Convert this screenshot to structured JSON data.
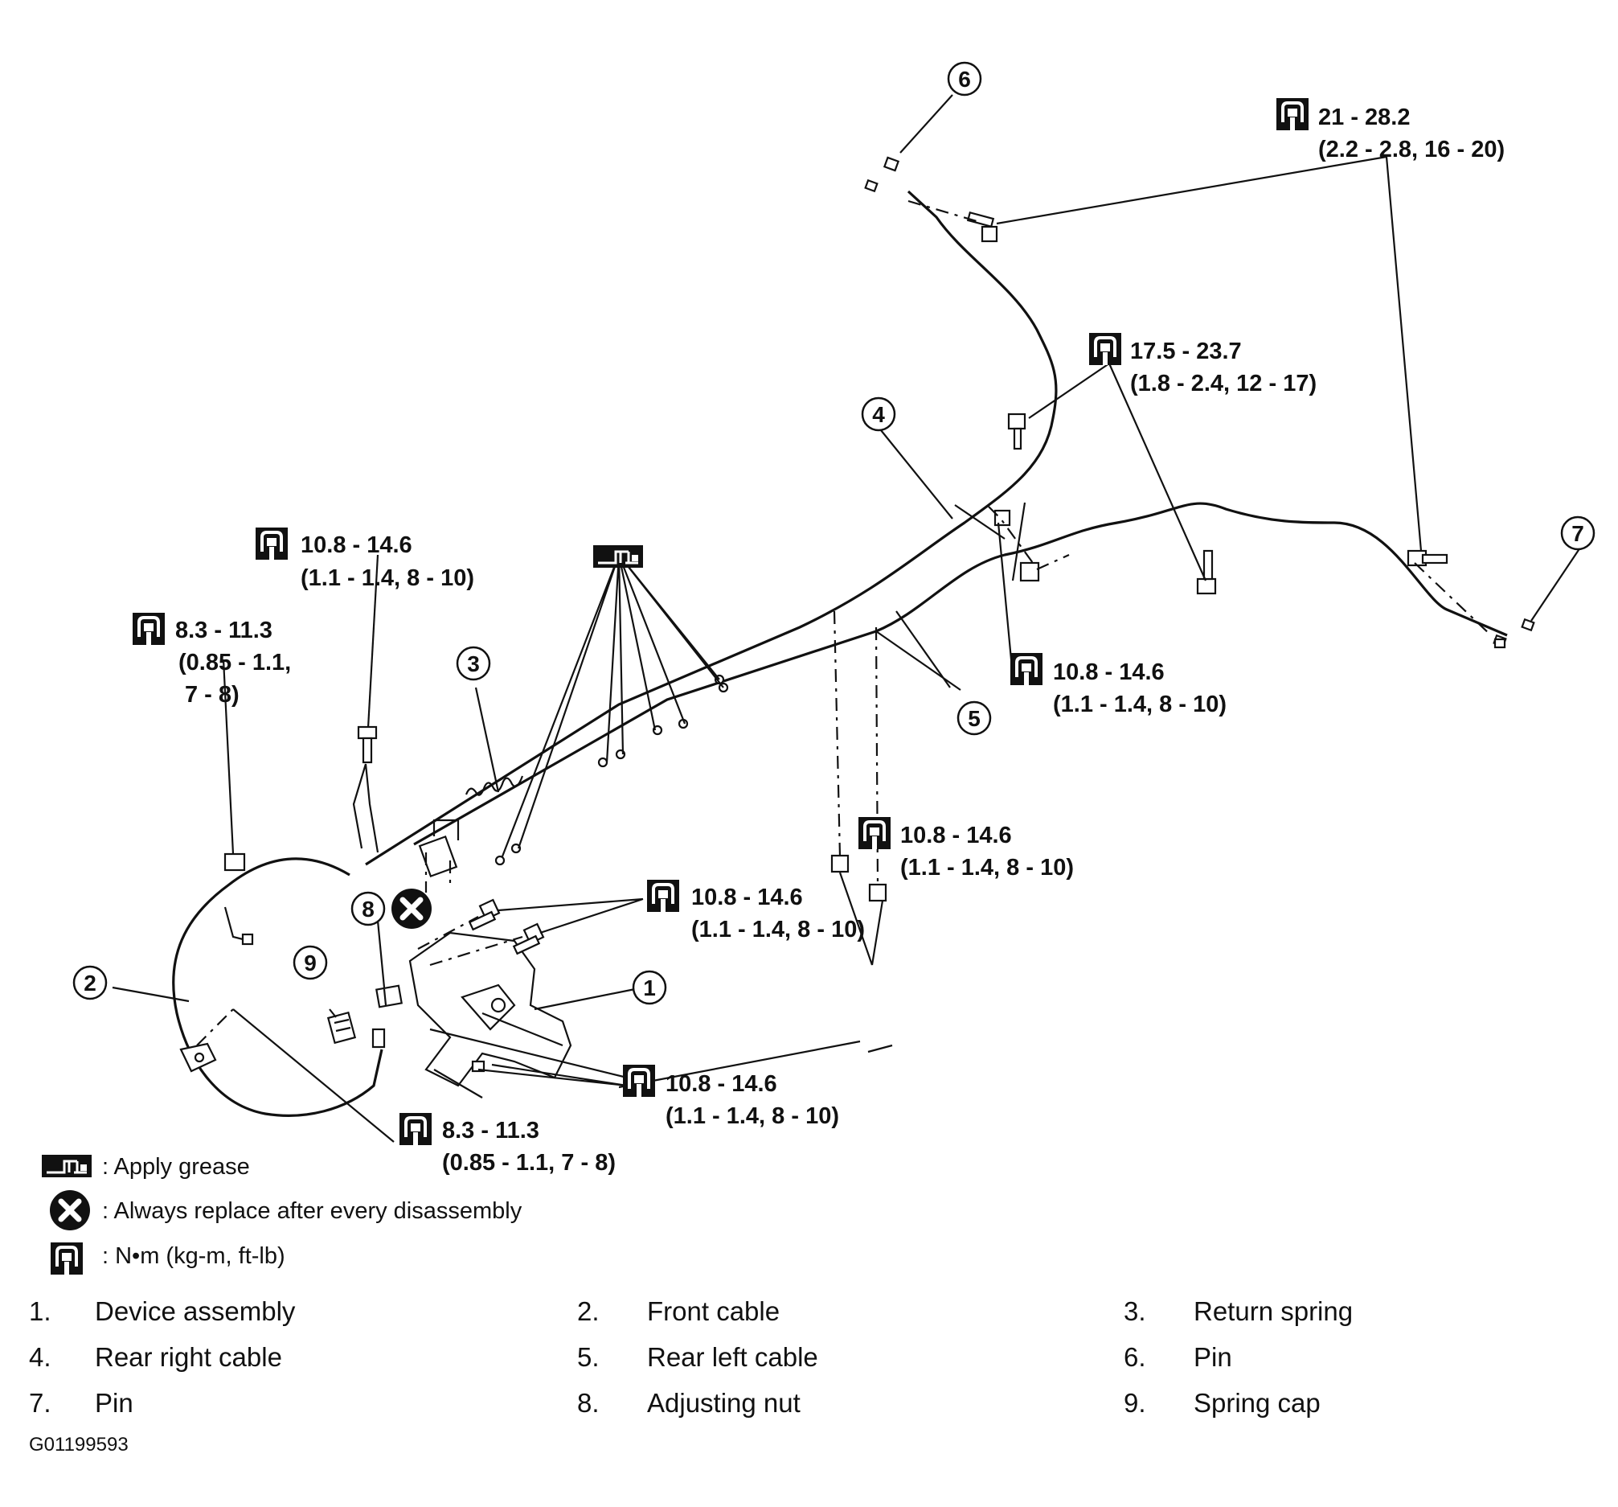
{
  "callouts": {
    "c1": "1",
    "c2": "2",
    "c3": "3",
    "c4": "4",
    "c5": "5",
    "c6": "6",
    "c7": "7",
    "c8": "8",
    "c9": "9"
  },
  "torque_specs": {
    "t1_line1": "21 - 28.2",
    "t1_line2": "(2.2 - 2.8, 16 - 20)",
    "t2_line1": "17.5 - 23.7",
    "t2_line2": "(1.8 - 2.4, 12 - 17)",
    "t3_line1": "10.8 - 14.6",
    "t3_line2": "(1.1 - 1.4, 8 - 10)",
    "t4_line1": "10.8 - 14.6",
    "t4_line2": "(1.1 - 1.4, 8 - 10)",
    "t5_line1": "8.3 - 11.3",
    "t5_line2": "(0.85 - 1.1,",
    "t5_line3": "7 - 8)",
    "t6_line1": "10.8 - 14.6",
    "t6_line2": "(1.1 - 1.4, 8 - 10)",
    "t7_line1": "10.8 - 14.6",
    "t7_line2": "(1.1 - 1.4, 8 - 10)",
    "t8_line1": "10.8 - 14.6",
    "t8_line2": "(1.1 - 1.4, 8 - 10)",
    "t9_line1": "8.3 - 11.3",
    "t9_line2": "(0.85 - 1.1, 7 - 8)"
  },
  "legend": {
    "grease": ": Apply grease",
    "replace": ": Always replace after every disassembly",
    "torque_units": ": N•m  (kg-m,  ft-lb)"
  },
  "parts": [
    {
      "num": "1.",
      "name": "Device assembly"
    },
    {
      "num": "2.",
      "name": "Front cable"
    },
    {
      "num": "3.",
      "name": "Return spring"
    },
    {
      "num": "4.",
      "name": "Rear right cable"
    },
    {
      "num": "5.",
      "name": "Rear left cable"
    },
    {
      "num": "6.",
      "name": "Pin"
    },
    {
      "num": "7.",
      "name": "Pin"
    },
    {
      "num": "8.",
      "name": "Adjusting nut"
    },
    {
      "num": "9.",
      "name": "Spring cap"
    }
  ],
  "figure_id": "G01199593"
}
